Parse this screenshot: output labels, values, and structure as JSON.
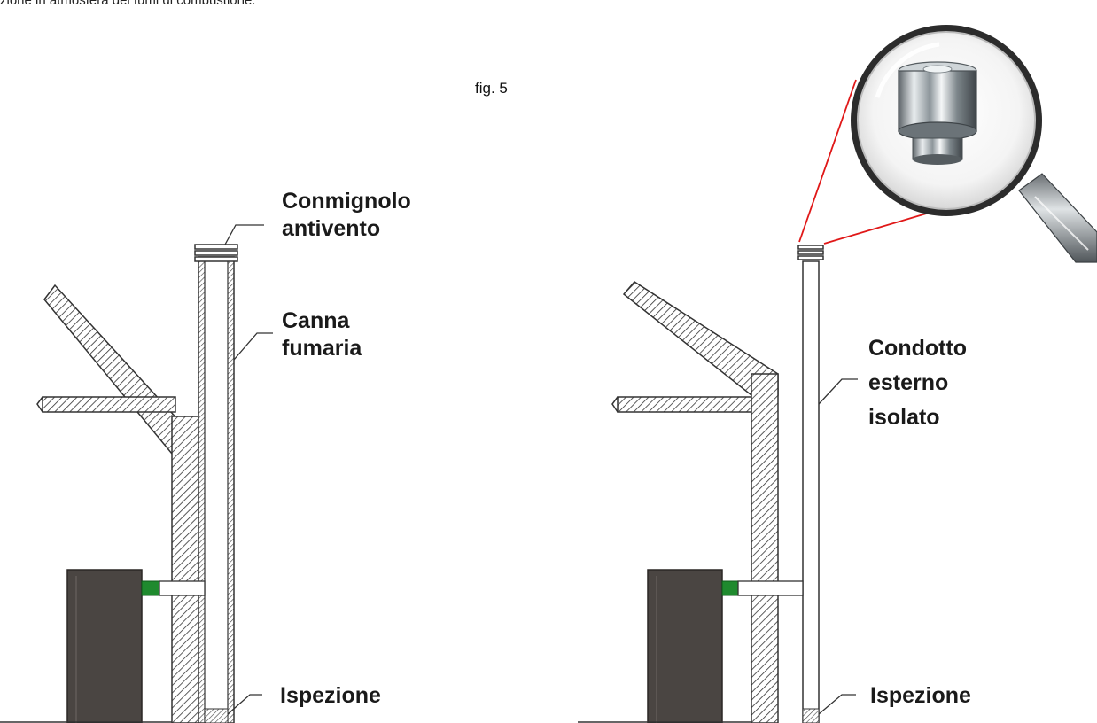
{
  "header": {
    "text": "zione in atmosfera dei fumi di combustione."
  },
  "figure": {
    "label": "fig. 5"
  },
  "left_diagram": {
    "cap_label": [
      "Conmignolo",
      "antivento"
    ],
    "flue_label": [
      "Canna",
      "fumaria"
    ],
    "inspection_label": "Ispezione"
  },
  "right_diagram": {
    "duct_label": [
      "Condotto",
      "esterno",
      "isolato"
    ],
    "inspection_label": "Ispezione"
  },
  "colors": {
    "hatch": "#333333",
    "stove_body": "#4a4542",
    "connector_green": "#1f8a2e",
    "magnifier_line": "#e01818",
    "steel": "#9aa3a8"
  }
}
